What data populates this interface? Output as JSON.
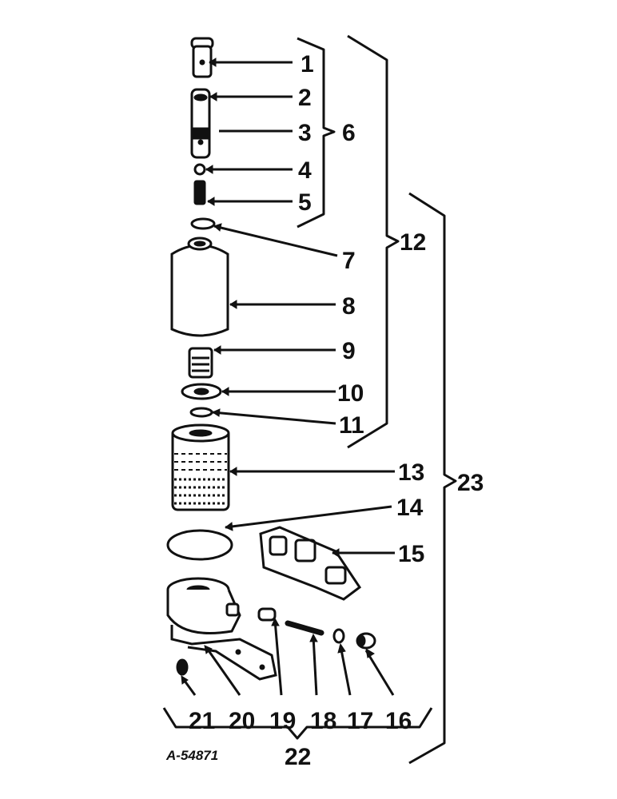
{
  "callouts": {
    "c1": "1",
    "c2": "2",
    "c3": "3",
    "c4": "4",
    "c5": "5",
    "c6": "6",
    "c7": "7",
    "c8": "8",
    "c9": "9",
    "c10": "10",
    "c11": "11",
    "c12": "12",
    "c13": "13",
    "c14": "14",
    "c15": "15",
    "c16": "16",
    "c17": "17",
    "c18": "18",
    "c19": "19",
    "c20": "20",
    "c21": "21",
    "c22": "22",
    "c23": "23"
  },
  "drawing_ref": "A-54871"
}
